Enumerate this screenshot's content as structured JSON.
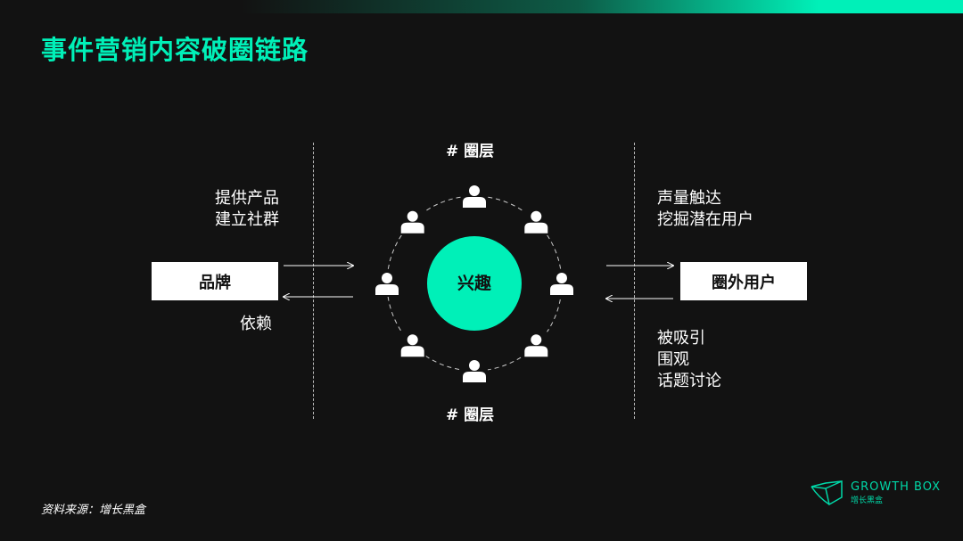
{
  "title": "事件营销内容破圈链路",
  "left": {
    "box": "品牌",
    "top_text": [
      "提供产品",
      "建立社群"
    ],
    "bottom_text": "依赖"
  },
  "center": {
    "label": "兴趣",
    "layer_top": "# 圈层",
    "layer_bottom": "# 圈层"
  },
  "right": {
    "box": "圈外用户",
    "top_text": [
      "声量触达",
      "挖掘潜在用户"
    ],
    "bottom_text": [
      "被吸引",
      "围观",
      "话题讨论"
    ]
  },
  "source": "资料来源：增长黑盒",
  "logo": {
    "en": "GROWTH BOX",
    "cn": "增长黑盒"
  },
  "colors": {
    "accent": "#00f0b8",
    "bg": "#121212"
  }
}
